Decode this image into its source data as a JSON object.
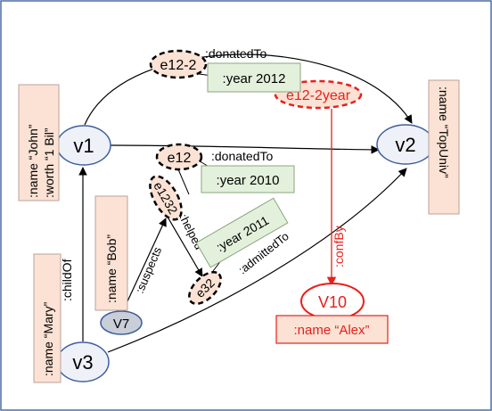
{
  "nodes": {
    "v1": "v1",
    "v2": "v2",
    "v3": "v3",
    "v7": "V7",
    "v10": "V10"
  },
  "edge_nodes": {
    "e12_2": "e12-2",
    "e12": "e12",
    "e1232": "e1232",
    "e32": "e32",
    "e12_2year": "e12-2year"
  },
  "edge_labels": {
    "donated_to_top": ":donatedTo",
    "donated_to_mid": ":donatedTo",
    "child_of": ":childOf",
    "suspects": ":suspects",
    "helped": ":helped",
    "admitted_to": ":admittedTo",
    "conf_by": ":confBy"
  },
  "properties": {
    "john_line1": ":name  “John”",
    "john_line2": ":worth  “1 Bil”",
    "topuniv": ":name  “TopUniv”",
    "bob": ":name  “Bob”",
    "mary": ":name  “Mary”",
    "alex": ":name  “Alex”",
    "year_2012": ":year  2012",
    "year_2010": ":year  2010",
    "year_2011": ":year  2011"
  },
  "colors": {
    "frame_border": "#4a6fa5",
    "node_fill": "#eef1f8",
    "node_border": "#3f5f9e",
    "v7_fill": "#c9ced8",
    "salmon_fill": "#fbe2d4",
    "green_fill": "#e3f1dc",
    "red": "#e8201b"
  }
}
